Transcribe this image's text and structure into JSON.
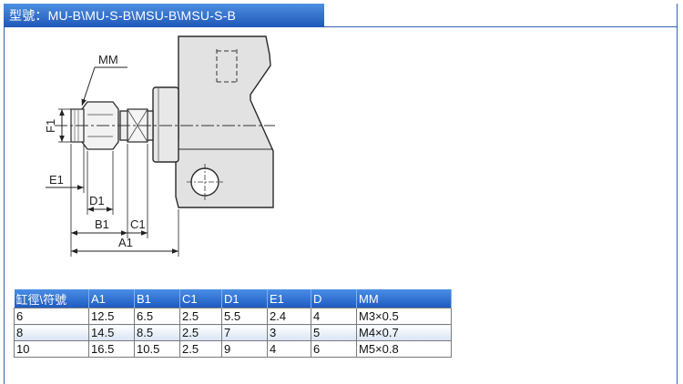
{
  "title": "型號：MU-B\\MU-S-B\\MSU-B\\MSU-S-B",
  "drawing": {
    "labels": {
      "mm": "MM",
      "f1": "F1",
      "e1": "E1",
      "d1": "D1",
      "b1": "B1",
      "c1": "C1",
      "a1": "A1"
    }
  },
  "table": {
    "headers": [
      "缸徑\\符號",
      "A1",
      "B1",
      "C1",
      "D1",
      "E1",
      "D",
      "MM"
    ],
    "rows": [
      [
        "6",
        "12.5",
        "6.5",
        "2.5",
        "5.5",
        "2.4",
        "4",
        "M3×0.5"
      ],
      [
        "8",
        "14.5",
        "8.5",
        "2.5",
        "7",
        "3",
        "5",
        "M4×0.7"
      ],
      [
        "10",
        "16.5",
        "10.5",
        "2.5",
        "9",
        "4",
        "6",
        "M5×0.8"
      ]
    ]
  },
  "colors": {
    "accent": "#2f63b0",
    "header_bg": "#1f5bc2",
    "part_fill": "#e2e2e2"
  }
}
